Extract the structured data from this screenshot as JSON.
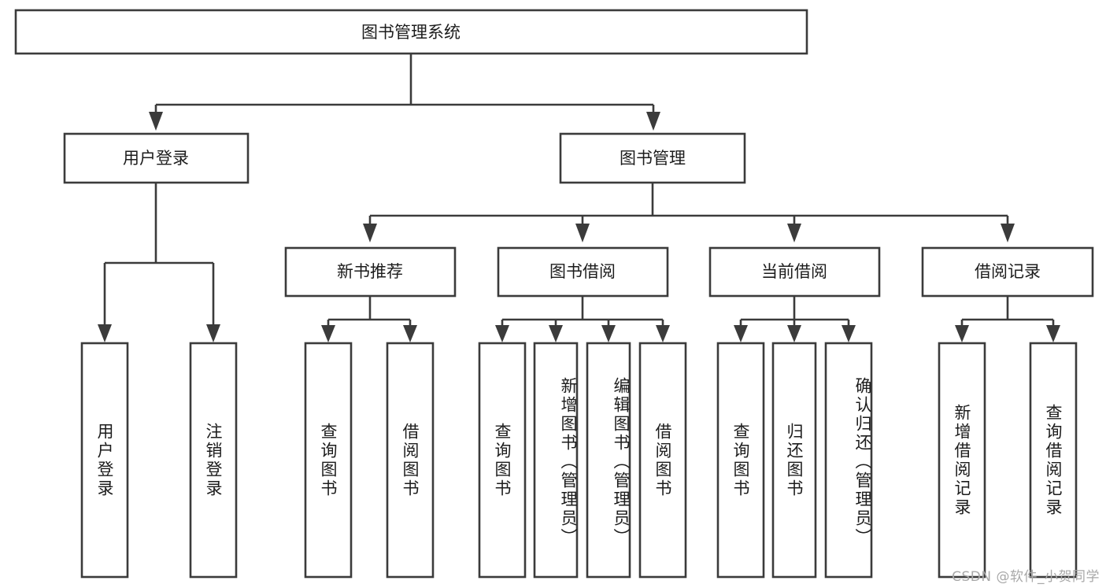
{
  "diagram": {
    "title": "图书管理系统",
    "type": "tree-hierarchy",
    "watermark": "CSDN @软件_小贺同学",
    "colors": {
      "stroke": "#3b3b3b",
      "fill": "#ffffff",
      "text": "#1c1c1c",
      "watermark": "#a8a8a8",
      "background": "#ffffff"
    },
    "root": {
      "id": "root",
      "label": "图书管理系统"
    },
    "level2": [
      {
        "id": "user-login",
        "label": "用户登录"
      },
      {
        "id": "book-management",
        "label": "图书管理"
      }
    ],
    "level3": [
      {
        "id": "new-book-recommend",
        "label": "新书推荐",
        "parent": "book-management"
      },
      {
        "id": "book-borrow",
        "label": "图书借阅",
        "parent": "book-management"
      },
      {
        "id": "current-borrow",
        "label": "当前借阅",
        "parent": "book-management"
      },
      {
        "id": "borrow-record",
        "label": "借阅记录",
        "parent": "book-management"
      }
    ],
    "leaves": {
      "user-login": [
        {
          "id": "leaf-user-login",
          "label": "用户登录"
        },
        {
          "id": "leaf-user-logout",
          "label": "注销登录"
        }
      ],
      "new-book-recommend": [
        {
          "id": "leaf-query-book-1",
          "label": "查询图书"
        },
        {
          "id": "leaf-borrow-book-1",
          "label": "借阅图书"
        }
      ],
      "book-borrow": [
        {
          "id": "leaf-query-book-2",
          "label": "查询图书"
        },
        {
          "id": "leaf-add-book",
          "label": "新增图书（管理员）"
        },
        {
          "id": "leaf-edit-book",
          "label": "编辑图书（管理员）"
        },
        {
          "id": "leaf-borrow-book-2",
          "label": "借阅图书"
        }
      ],
      "current-borrow": [
        {
          "id": "leaf-query-book-3",
          "label": "查询图书"
        },
        {
          "id": "leaf-return-book",
          "label": "归还图书"
        },
        {
          "id": "leaf-confirm-return",
          "label": "确认归还（管理员）"
        }
      ],
      "borrow-record": [
        {
          "id": "leaf-add-record",
          "label": "新增借阅记录"
        },
        {
          "id": "leaf-query-record",
          "label": "查询借阅记录"
        }
      ]
    }
  }
}
